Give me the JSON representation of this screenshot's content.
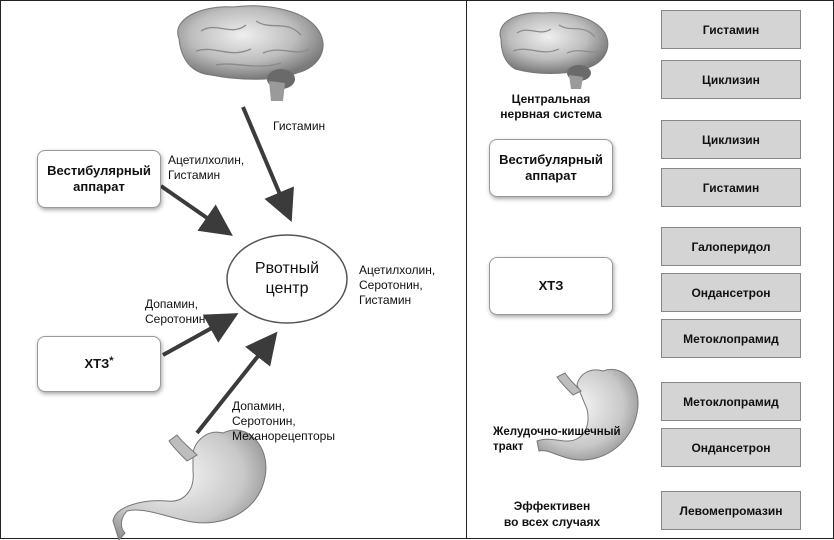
{
  "left": {
    "center_label_line1": "Рвотный",
    "center_label_line2": "центр",
    "vestibular_line1": "Вестибулярный",
    "vestibular_line2": "аппарат",
    "ctz_label": "ХТЗ",
    "ctz_asterisk": "*",
    "brain_arrow_label": "Гистамин",
    "vestibular_arrow_line1": "Ацетилхолин,",
    "vestibular_arrow_line2": "Гистамин",
    "ctz_arrow_line1": "Допамин,",
    "ctz_arrow_line2": "Серотонин",
    "gi_arrow_line1": "Допамин,",
    "gi_arrow_line2": "Серотонин,",
    "gi_arrow_line3": "Механорецепторы",
    "center_side_line1": "Ацетилхолин,",
    "center_side_line2": "Серотонин,",
    "center_side_line3": "Гистамин"
  },
  "right": {
    "cns_line1": "Центральная",
    "cns_line2": "нервная система",
    "vestibular_line1": "Вестибулярный",
    "vestibular_line2": "аппарат",
    "ctz_label": "ХТЗ",
    "gi_line1": "Желудочно-кишечный",
    "gi_line2": "тракт",
    "all_line1": "Эффективен",
    "all_line2": "во всех случаях",
    "drugs": {
      "cns_1": "Гистамин",
      "cns_2": "Циклизин",
      "vest_1": "Циклизин",
      "vest_2": "Гистамин",
      "ctz_1": "Галоперидол",
      "ctz_2": "Ондансетрон",
      "ctz_3": "Метоклопрамид",
      "gi_1": "Метоклопрамид",
      "gi_2": "Ондансетрон",
      "all_1": "Левомепромазин"
    }
  }
}
